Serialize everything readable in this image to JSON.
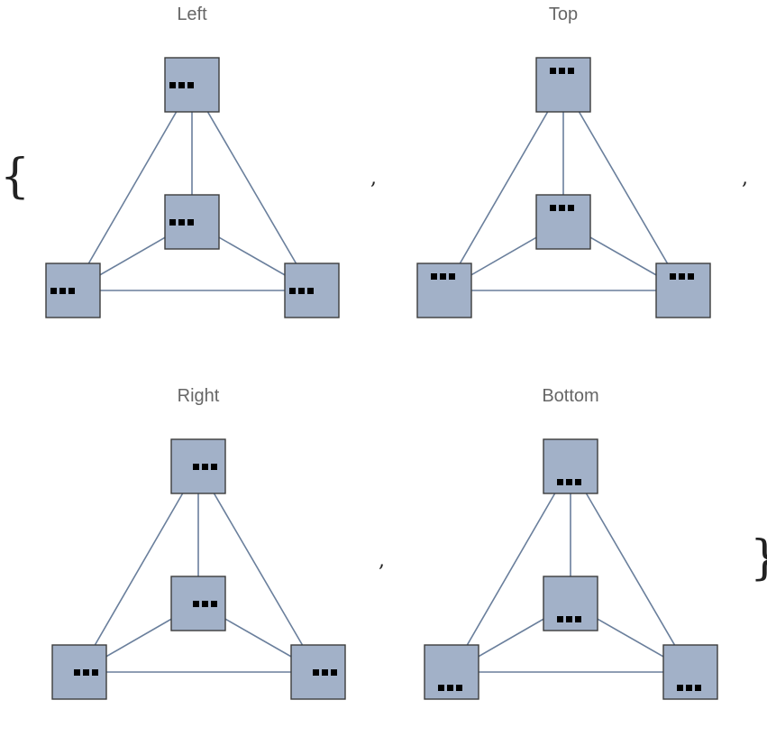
{
  "open_brace": "{",
  "close_brace": "}",
  "separator": ",",
  "panels": [
    {
      "title": "Left",
      "align": "left"
    },
    {
      "title": "Top",
      "align": "top"
    },
    {
      "title": "Right",
      "align": "right"
    },
    {
      "title": "Bottom",
      "align": "bottom"
    }
  ],
  "colors": {
    "node_fill": "#a2b1c8",
    "node_stroke": "#3c3c3c",
    "edge": "#6a7f9c",
    "title": "#666666",
    "dots": "#000000"
  }
}
